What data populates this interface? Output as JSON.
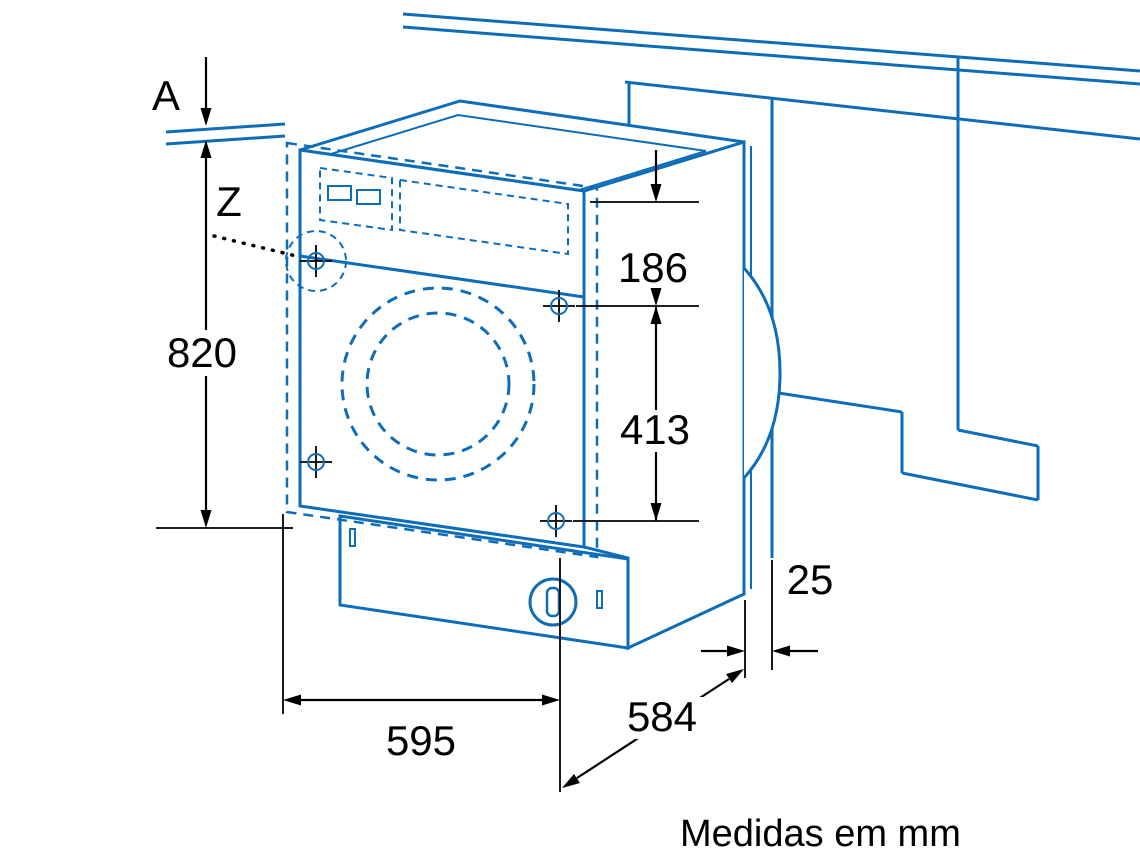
{
  "figure": {
    "caption": "Medidas em mm",
    "labels": {
      "niche_gap": "A",
      "detail": "Z",
      "height": "820",
      "top_offset": "186",
      "hole_spacing": "413",
      "width": "595",
      "depth": "584",
      "rear_gap": "25"
    },
    "colors": {
      "line": "#0e6db8",
      "dimension": "#000000",
      "background": "#ffffff"
    }
  }
}
